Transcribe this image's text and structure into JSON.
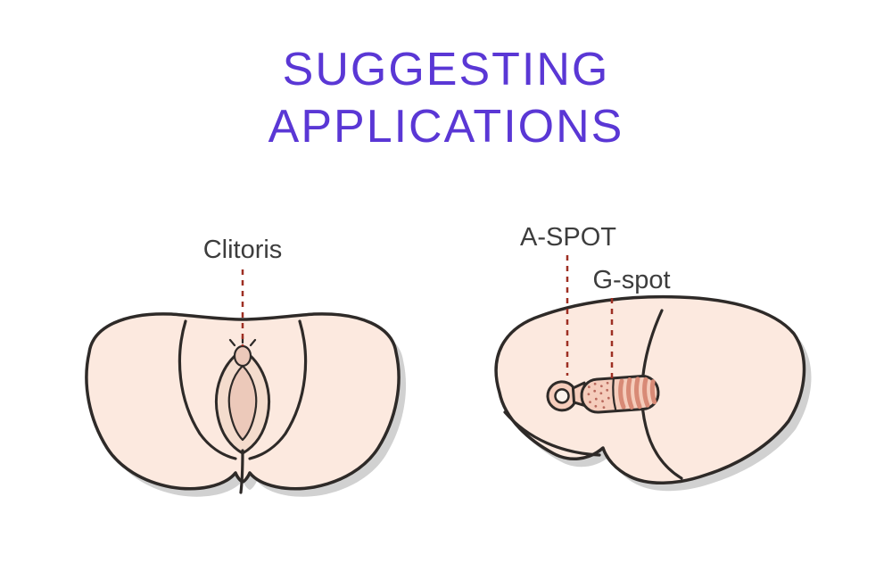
{
  "title": {
    "line1": "SUGGESTING",
    "line2": "APPLICATIONS"
  },
  "labels": {
    "clitoris": "Clitoris",
    "a_spot": "A-SPOT",
    "g_spot": "G-spot"
  },
  "figures": {
    "left": "external-front-view",
    "right": "internal-side-view-with-insertable-device"
  },
  "colors": {
    "title_purple": "#5a37d5",
    "label_dark": "#3d3d3d",
    "leader_red": "#9e2f23",
    "skin": "#fce9df",
    "skin_mid": "#f4dccd",
    "skin_deep": "#ecc9ba",
    "outline": "#2e2a28",
    "shadow_gray": "#c9c9c9",
    "device_pink": "#f5cdbc",
    "rib_pink": "#d88a76",
    "dot_brown": "#b96a5e",
    "hole_light": "#fdf3ec",
    "bg": "#ffffff"
  }
}
